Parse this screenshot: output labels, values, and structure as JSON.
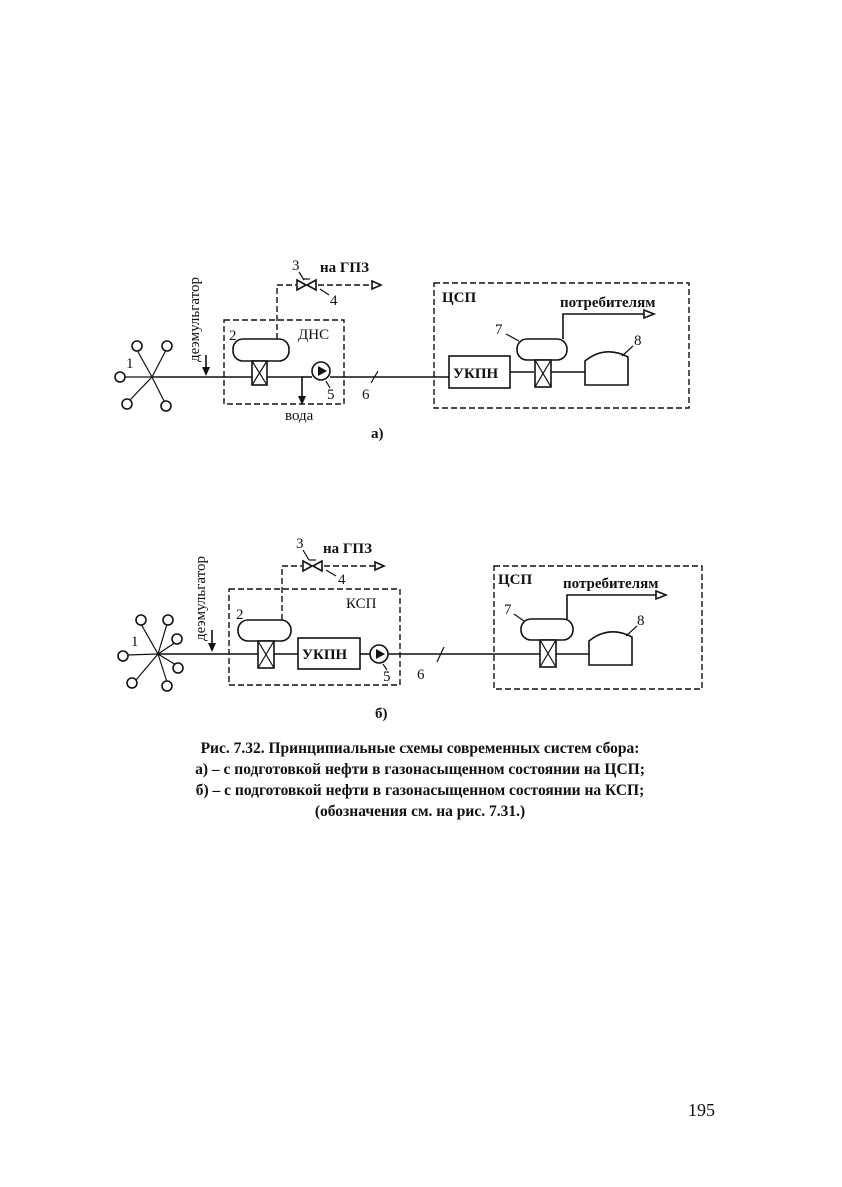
{
  "diagram_a": {
    "n1": "1",
    "n2": "2",
    "n3": "3",
    "n4": "4",
    "n5": "5",
    "n6": "6",
    "n7": "7",
    "n8": "8",
    "demulsifier": "деэмульгатор",
    "gas_dest": "на ГПЗ",
    "station": "ДНС",
    "water": "вода",
    "csp": "ЦСП",
    "consumers": "потребителям",
    "ukpn": "УКПН",
    "sub_label": "а)"
  },
  "diagram_b": {
    "n1": "1",
    "n2": "2",
    "n3": "3",
    "n4": "4",
    "n5": "5",
    "n6": "6",
    "n7": "7",
    "n8": "8",
    "demulsifier": "деэмульгатор",
    "gas_dest": "на ГПЗ",
    "station": "КСП",
    "ukpn_ksp": "УКПН",
    "csp": "ЦСП",
    "consumers": "потребителям",
    "sub_label": "б)"
  },
  "caption": {
    "line1": "Рис. 7.32. Принципиальные  схемы современных систем сбора:",
    "line2": "а) – с подготовкой нефти в газонасыщенном состоянии на ЦСП;",
    "line3": "б) – с подготовкой нефти в газонасыщенном состоянии на КСП;",
    "line4": "(обозначения см. на рис. 7.31.)"
  },
  "page_number": "195"
}
